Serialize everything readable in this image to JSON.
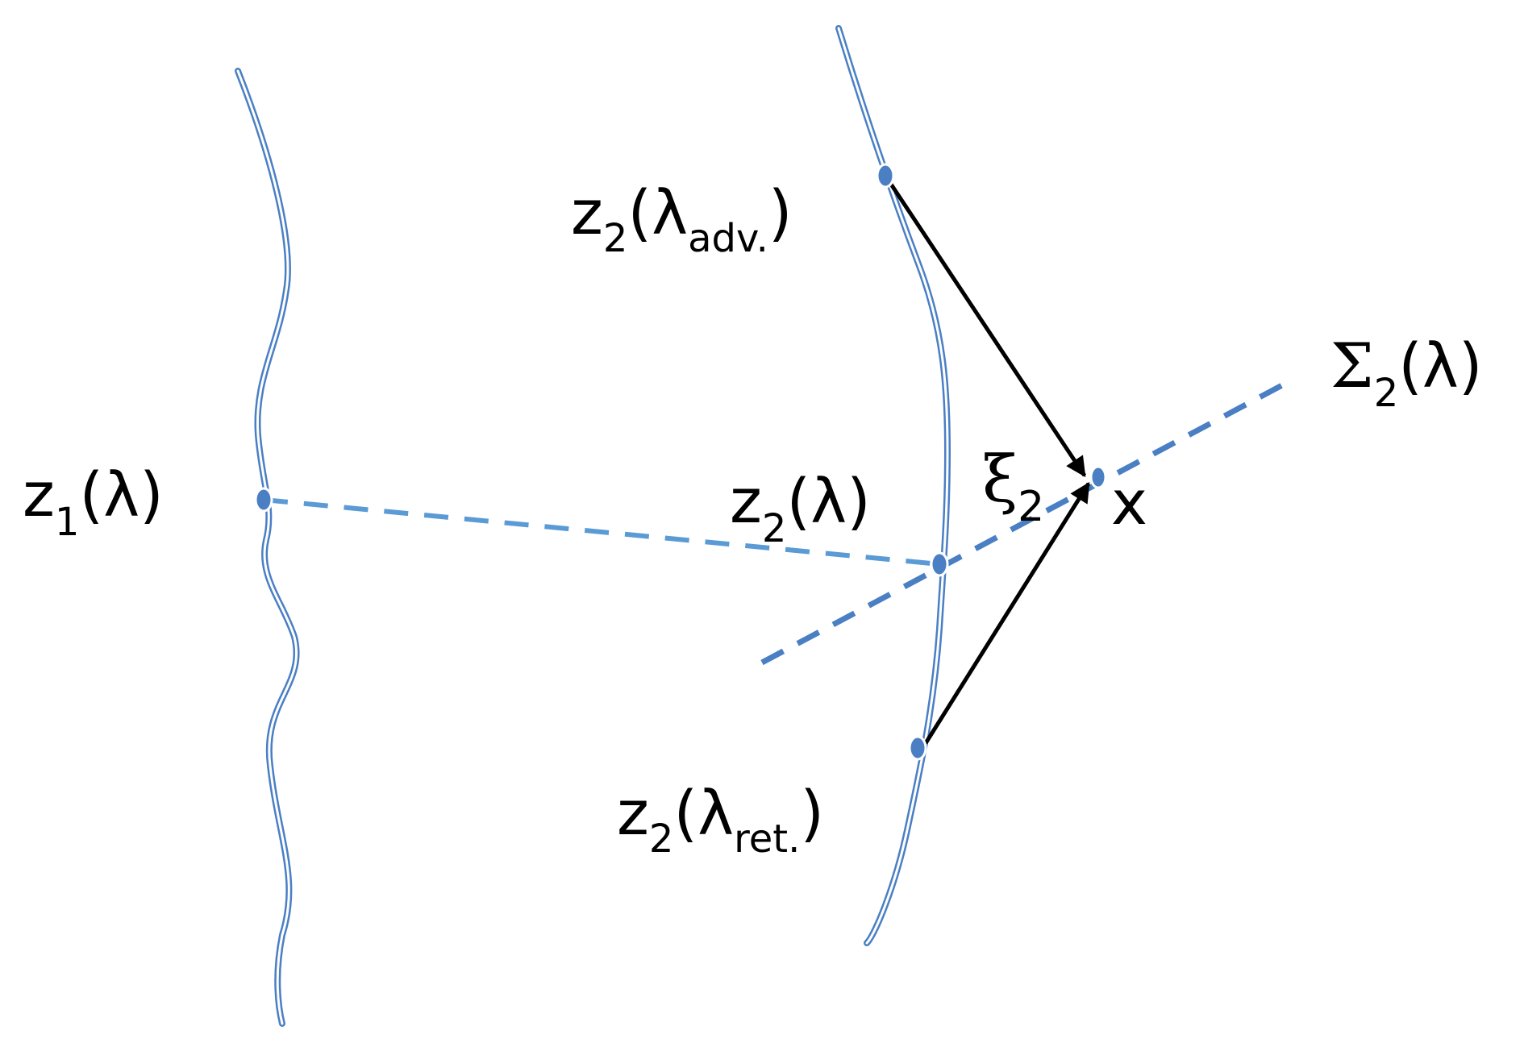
{
  "labels": {
    "z1": {
      "base": "z",
      "sub": "1",
      "arg": "(λ)"
    },
    "z2_adv": {
      "base": "z",
      "sub": "2",
      "arg_open": "(λ",
      "arg_sub": "adv.",
      "arg_close": ")"
    },
    "z2": {
      "base": "z",
      "sub": "2",
      "arg": "(λ)"
    },
    "z2_ret": {
      "base": "z",
      "sub": "2",
      "arg_open": "(λ",
      "arg_sub": "ret.",
      "arg_close": ")"
    },
    "sigma2": {
      "base": "Σ",
      "sub": "2",
      "arg": "(λ)"
    },
    "xi2": {
      "base": "ξ",
      "sub": "2"
    },
    "x": "x"
  },
  "colors": {
    "worldline": "#4a7fc4",
    "dash_light": "#5b9bd5",
    "dash_dark": "#4a7fc4",
    "arrow": "#000000"
  }
}
